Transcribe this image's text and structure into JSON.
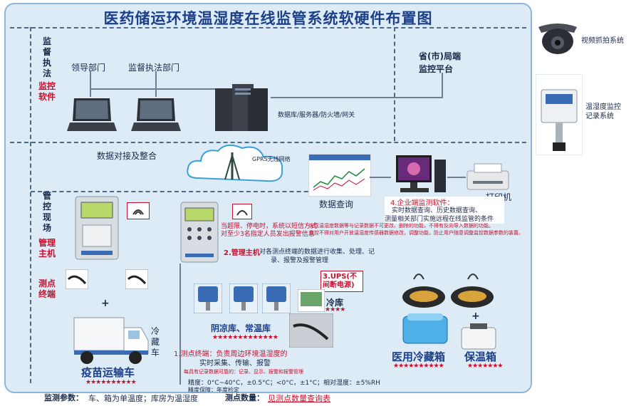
{
  "title": "医药储运环境温湿度在线监管系统软硬件布置图",
  "sections": {
    "supervise_v": "监督执法",
    "monitor_soft_v": "监控软件",
    "field_v": "管控现场",
    "main_host_v": "管理主机",
    "terminal_v": "测点终端"
  },
  "top": {
    "leader_dept": "领导部门",
    "enforce_dept": "监督执法部门",
    "server_caption": "数据库/服务器/防火墙/网关",
    "city_platform": "省(市)局端\n监控平台"
  },
  "mid": {
    "data_integration": "数据对接及整合",
    "gprs_network": "GPRS无线网络",
    "data_query": "数据查询",
    "printer": "打印机"
  },
  "enterprise_software": {
    "heading": "4.企业端监测软件：",
    "line1": "实时数据查询、历史数据查询、",
    "line2": "测量相关部门实施远程在线监管的条件",
    "line3": "实现温湿度数据等与记录数据不可更改、删除的功能，不得有反向导入数据的功能。",
    "line4": "监控不得对用户开放温湿度传感器数据修改，调整功能，防止用户随意调整监控数据参数的装置。"
  },
  "host_notes": {
    "line1": "当超限、停电时，系统以短信方式",
    "line2": "对至少3名指定人员发出报警信息",
    "host_label": "2.管理主机",
    "host_desc1": "对各测点终端的数据进行收集、处理、记",
    "host_desc2": "录、报警及报警管理",
    "ups": "3.UPS(不间断电源)"
  },
  "warehouses": {
    "cold": "冷库",
    "cold_stars": "★★★★",
    "shade": "阴凉库、常温库",
    "shade_stars": "★★★★★★★★★★★★★"
  },
  "terminal_notes": {
    "line1": "1.测点终端：负责周边环境温湿度的",
    "line2": "实时采集、传输、报警",
    "line3": "每具有记录数据可靠的：记录、显示、报警和报警管理"
  },
  "precision": {
    "line1": "精度：0°C~40°C，±0.5°C；<0°C，±1°C；相对湿度：±5%RH",
    "line2": "精度保障：年度检定"
  },
  "vehicles": {
    "truck_label": "疫苗运输车",
    "truck_stars": "★★★★★★★★★★",
    "cold_car": "冷藏车",
    "plus": "+"
  },
  "boxes": {
    "med_box": "医用冷藏箱",
    "med_stars": "★★★★★★★★★★",
    "insul_box": "保温箱",
    "insul_stars": "★★★★★★★"
  },
  "footer": {
    "params_label": "监测参数：",
    "params_text": "车、箱为单温度；库房为温湿度",
    "points_label": "测点数量：",
    "points_link": "见测点数量查询表"
  },
  "legend": {
    "camera": "视频抓拍系统",
    "recorder": "温湿度监控\n记录系统"
  },
  "colors": {
    "title": "#1c3f8a",
    "alert": "#c8102e",
    "panel": "#dcebf6"
  }
}
